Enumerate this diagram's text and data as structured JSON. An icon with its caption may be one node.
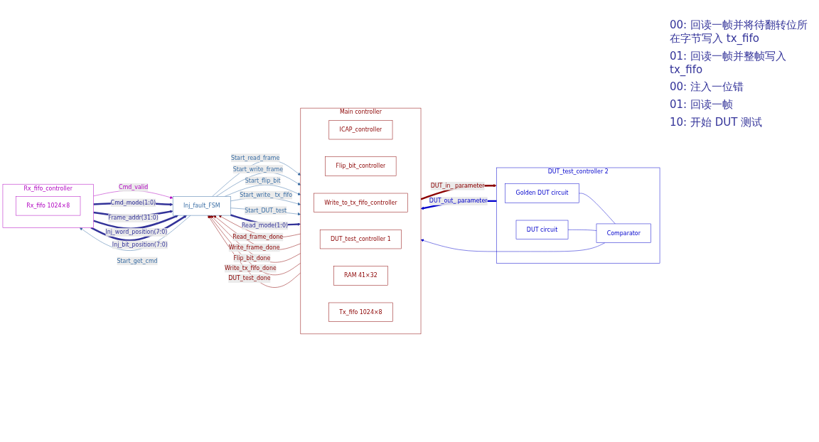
{
  "diagram": {
    "nodes": [
      {
        "text": [
          "Main controller"
        ]
      },
      {
        "text": [
          "ICAP_controller"
        ],
        "in": 0
      },
      {
        "text": [
          "Flip_bit_controller"
        ],
        "in": 0
      },
      {
        "text": [
          "Write_to_tx_fifo_controller"
        ],
        "in": 0
      },
      {
        "text": [
          "DUT_test_controller 1"
        ],
        "in": 0
      },
      {
        "text": [
          "RAM 41×32"
        ],
        "in": 0
      },
      {
        "text": [
          "Tx_fifo 1024×8"
        ],
        "in": 0
      },
      {
        "text": [
          "Inj_fault_FSM"
        ]
      },
      {
        "text": [
          "Rx_fifo_controller"
        ]
      },
      {
        "text": [
          "Rx_fifo 1024×8"
        ],
        "in": 8
      },
      {
        "text": [
          "DUT_test_controller 2"
        ]
      },
      {
        "text": [
          "Golden DUT circuit"
        ],
        "in": 10
      },
      {
        "text": [
          "DUT circuit"
        ],
        "in": 10
      },
      {
        "text": [
          "Comparator"
        ],
        "in": 10
      }
    ],
    "edges": [
      {
        "from": 7,
        "to": 0,
        "arrow": "to",
        "label": "Start_read_frame",
        "color": "#3a6ea5"
      },
      {
        "from": 0,
        "to": 7,
        "arrow": "to",
        "label": "Read_frame_done",
        "color": "#8b0000"
      },
      {
        "from": 7,
        "to": 0,
        "arrow": "to",
        "label": "Start_write_frame",
        "color": "#3a6ea5"
      },
      {
        "from": 0,
        "to": 7,
        "arrow": "to",
        "label": "Write_frame_done",
        "color": "#8b0000"
      },
      {
        "from": 7,
        "to": 0,
        "arrow": "to",
        "label": "Start_flip_bit",
        "color": "#3a6ea5"
      },
      {
        "from": 0,
        "to": 7,
        "arrow": "to",
        "label": "Flip_bit_done",
        "color": "#8b0000"
      },
      {
        "from": 7,
        "to": 0,
        "arrow": "to",
        "label": "Start_write_ tx_fifo",
        "color": "#3a6ea5"
      },
      {
        "from": 0,
        "to": 7,
        "arrow": "to",
        "label": "Write_tx_fifo_done",
        "color": "#8b0000"
      },
      {
        "from": 7,
        "to": 0,
        "arrow": "to",
        "label": "Start_DUT_test",
        "color": "#3a6ea5"
      },
      {
        "from": 0,
        "to": 7,
        "arrow": "to",
        "label": "DUT_test_done",
        "color": "#8b0000"
      },
      {
        "from": 7,
        "to": 0,
        "arrow": "to",
        "label": "Read_mode(1:0)",
        "style": "thick",
        "color": "#333399"
      },
      {
        "from": 7,
        "to": 8,
        "arrow": "to",
        "label": "Start_get_cmd",
        "color": "#3a6ea5"
      },
      {
        "from": 8,
        "to": 7,
        "arrow": "to",
        "label": "Cmd_valid",
        "color": "#b000c0"
      },
      {
        "from": 8,
        "to": 7,
        "arrow": "to",
        "label": "Cmd_mode(1:0)",
        "style": "thick",
        "color": "#333399"
      },
      {
        "from": 8,
        "to": 7,
        "arrow": "to",
        "label": "Frame_addr(31:0)",
        "style": "thick",
        "color": "#333399"
      },
      {
        "from": 8,
        "to": 7,
        "arrow": "to",
        "label": "Inj_word_position(7:0)",
        "style": "thick",
        "color": "#333399"
      },
      {
        "from": 8,
        "to": 7,
        "arrow": "to",
        "label": "Inj_bit_position(7:0)",
        "style": "thick",
        "color": "#333399"
      },
      {
        "from": 0,
        "to": 10,
        "arrow": "to",
        "label": "DUT_in_ parameter",
        "style": "thick",
        "color": "#8b0000"
      },
      {
        "from": 10,
        "to": 0,
        "arrow": "to",
        "label": "DUT_out_ parameter",
        "style": "thick",
        "color": "#0000cc"
      },
      {
        "from": 11,
        "to": 13,
        "arrow": "none",
        "color": "#0000cc"
      },
      {
        "from": 12,
        "to": 13,
        "arrow": "none",
        "color": "#0000cc"
      },
      {
        "from": 13,
        "to": 0,
        "arrow": "to",
        "color": "#0000cc"
      }
    ],
    "labels": [
      "00: 回读一帧并将待翻转位所在字节写入 tx_fifo",
      "01: 回读一帧并整帧写入 tx_fifo",
      "00: 注入一位错",
      "01: 回读一帧",
      "10: 开始 DUT 测试"
    ]
  }
}
